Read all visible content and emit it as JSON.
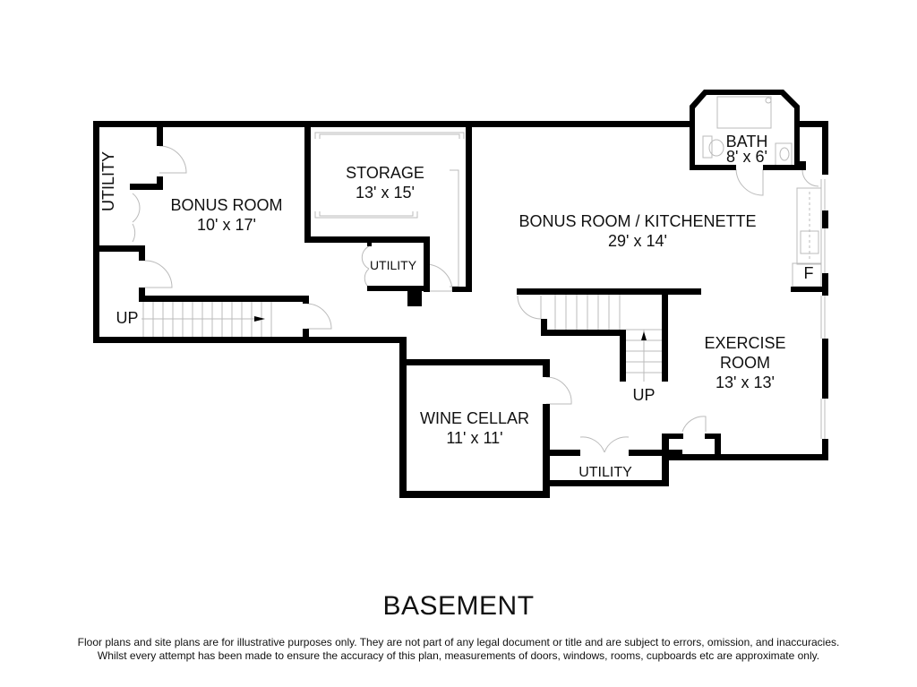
{
  "plan": {
    "title": "BASEMENT",
    "disclaimer_line1": "Floor plans and site plans are for illustrative purposes only. They are not part of any legal document or title and are subject to errors, omission, and inaccuracies.",
    "disclaimer_line2": "Whilst every attempt has been made to ensure the accuracy of this plan, measurements of doors, windows, rooms, cupboards etc are approximate only.",
    "wall_color": "#000000",
    "fixture_color": "#bbbbbb"
  },
  "rooms": {
    "utility_left": {
      "name": "UTILITY"
    },
    "bonus_room": {
      "name": "BONUS ROOM",
      "size": "10' x 17'"
    },
    "storage": {
      "name": "STORAGE",
      "size": "13' x 15'"
    },
    "utility_storage": {
      "name": "UTILITY"
    },
    "bath": {
      "name": "BATH",
      "size": "8' x 6'"
    },
    "kitchenette": {
      "name": "BONUS ROOM / KITCHENETTE",
      "size": "29' x 14'"
    },
    "fridge": {
      "name": "F"
    },
    "exercise": {
      "name": "EXERCISE",
      "name2": "ROOM",
      "size": "13' x 13'"
    },
    "wine_cellar": {
      "name": "WINE CELLAR",
      "size": "11' x 11'"
    },
    "utility_bottom": {
      "name": "UTILITY"
    }
  },
  "stairs": {
    "left_label": "UP",
    "center_label": "UP"
  }
}
